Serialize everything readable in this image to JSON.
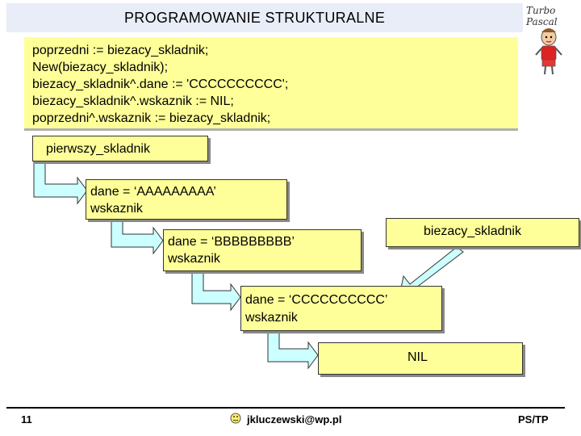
{
  "title": "PROGRAMOWANIE STRUKTURALNE",
  "logo_text": "Turbo Pascal",
  "code_lines": [
    "poprzedni := biezacy_skladnik;",
    "New(biezacy_skladnik);",
    "biezacy_skladnik^.dane := 'CCCCCCCCCC';",
    "biezacy_skladnik^.wskaznik := NIL;",
    "poprzedni^.wskaznik := biezacy_skladnik;"
  ],
  "pointers": {
    "head": "pierwszy_skladnik",
    "current": "biezacy_skladnik"
  },
  "nodes": [
    {
      "dane": "dane = ‘AAAAAAAAA’",
      "wskaznik": "wskaznik"
    },
    {
      "dane": "dane = ‘BBBBBBBBB’",
      "wskaznik": "wskaznik"
    },
    {
      "dane": "dane = ‘CCCCCCCCCC’",
      "wskaznik": "wskaznik"
    }
  ],
  "nil_label": "NIL",
  "footer": {
    "page_number": "11",
    "email": "jkluczewski@wp.pl",
    "course": "PS/TP"
  },
  "colors": {
    "box_fill": "#ffff99",
    "arrow_fill": "#ccffff",
    "title_bar": "#e9edf8"
  }
}
